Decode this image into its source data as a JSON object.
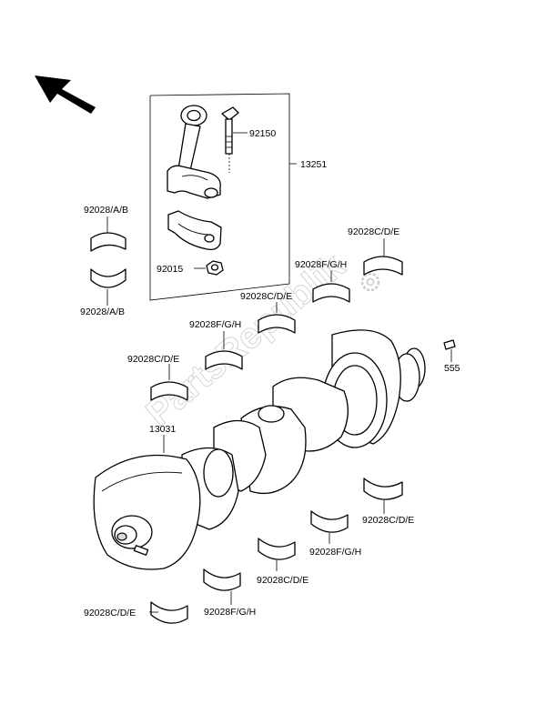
{
  "labels": {
    "p92150": "92150",
    "p13251": "13251",
    "p92028ab_top": "92028/A/B",
    "p92028ab_bottom": "92028/A/B",
    "p92015": "92015",
    "p92028cde_right": "92028C/D/E",
    "p92028fgh_right": "92028F/G/H",
    "p92028cde_mid": "92028C/D/E",
    "p92028fgh_mid": "92028F/G/H",
    "p92028cde_left": "92028C/D/E",
    "p13031": "13031",
    "p555": "555",
    "p92028cde_lower_right": "92028C/D/E",
    "p92028fgh_lower_right": "92028F/G/H",
    "p92028cde_lower_mid": "92028C/D/E",
    "p92028fgh_lower_left": "92028F/G/H",
    "p92028cde_lower_left": "92028C/D/E"
  },
  "watermark": "PartsRepublik",
  "icons": {
    "direction": "front-arrow-icon",
    "gear": "gear-icon"
  }
}
